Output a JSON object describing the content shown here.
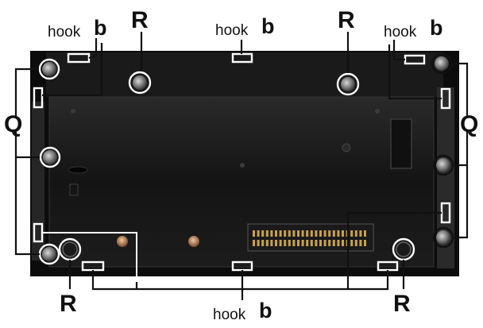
{
  "labels": {
    "hook_word": "hook",
    "hook_letter": "b",
    "screw_r": "R",
    "screw_q": "Q"
  }
}
